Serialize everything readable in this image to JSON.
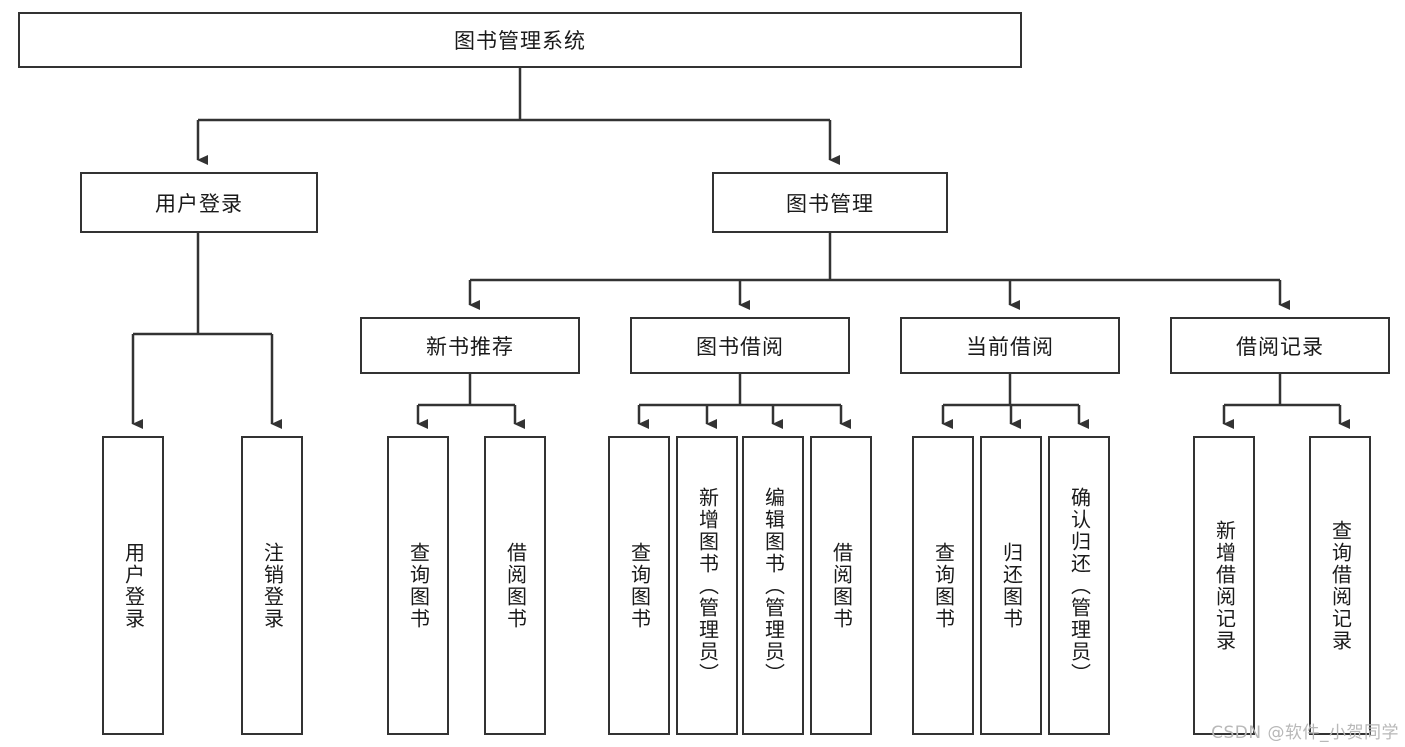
{
  "diagram": {
    "type": "tree-hierarchy",
    "title": "图书管理系统",
    "watermark": "CSDN @软件_小贺同学",
    "colors": {
      "stroke": "#333333",
      "fill": "#ffffff",
      "text": "#1a1a1a",
      "watermark": "#b8b8b8"
    },
    "nodes": {
      "root": {
        "label": "图书管理系统"
      },
      "level1": [
        {
          "label": "用户登录"
        },
        {
          "label": "图书管理"
        }
      ],
      "level2": [
        {
          "label": "新书推荐"
        },
        {
          "label": "图书借阅"
        },
        {
          "label": "当前借阅"
        },
        {
          "label": "借阅记录"
        }
      ],
      "leaves": {
        "user_login": [
          {
            "label": "用户登录"
          },
          {
            "label": "注销登录"
          }
        ],
        "new_book_rec": [
          {
            "label": "查询图书"
          },
          {
            "label": "借阅图书"
          }
        ],
        "book_borrow": [
          {
            "label": "查询图书"
          },
          {
            "label": "新增图书（管理员）"
          },
          {
            "label": "编辑图书（管理员）"
          },
          {
            "label": "借阅图书"
          }
        ],
        "current_borrow": [
          {
            "label": "查询图书"
          },
          {
            "label": "归还图书"
          },
          {
            "label": "确认归还（管理员）"
          }
        ],
        "borrow_record": [
          {
            "label": "新增借阅记录"
          },
          {
            "label": "查询借阅记录"
          }
        ]
      }
    }
  }
}
